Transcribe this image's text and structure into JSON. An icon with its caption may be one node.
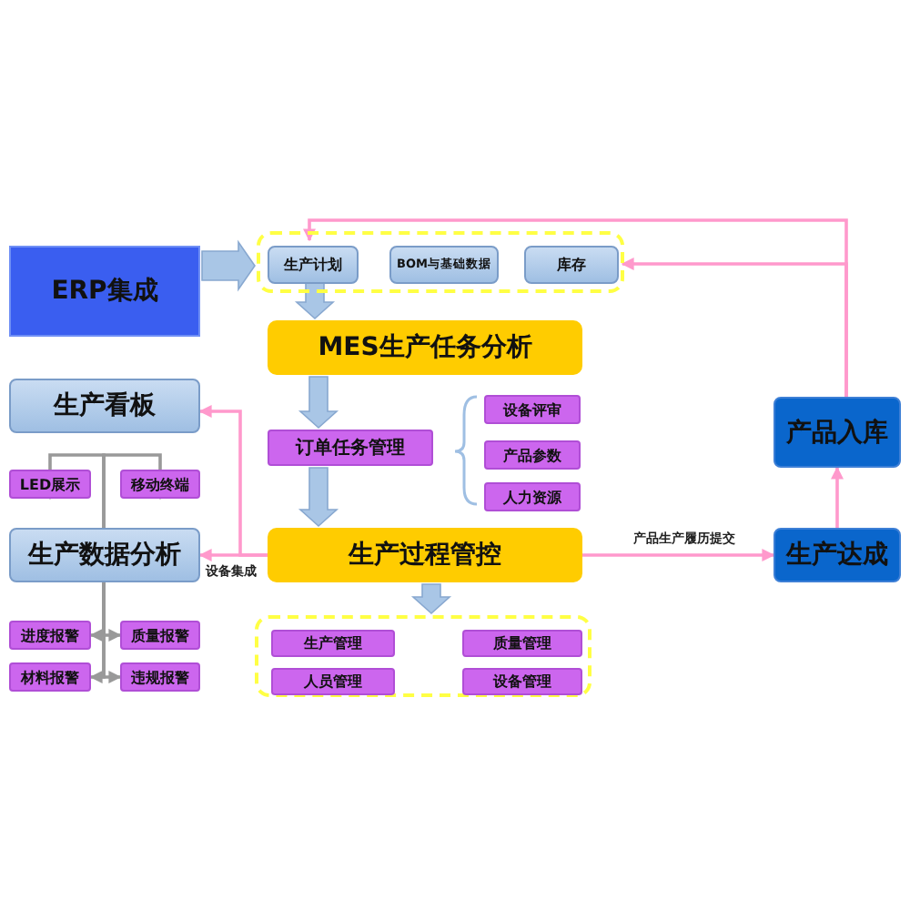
{
  "diagram": {
    "nodes": [
      {
        "text": [
          "ERP集成"
        ]
      },
      {
        "text": [],
        "shape": "box"
      },
      {
        "text": [
          "生产计划"
        ],
        "in": 1
      },
      {
        "text": [
          "BOM与基础数据"
        ],
        "in": 1
      },
      {
        "text": [
          "库存"
        ],
        "in": 1
      },
      {
        "text": [
          "MES生产任务分析"
        ]
      },
      {
        "text": [
          "生产看板"
        ]
      },
      {
        "text": [
          "订单任务管理"
        ]
      },
      {
        "text": [
          "设备评审"
        ]
      },
      {
        "text": [
          "产品参数"
        ]
      },
      {
        "text": [
          "人力资源"
        ]
      },
      {
        "text": [
          "产品入库"
        ]
      },
      {
        "text": [
          "LED展示"
        ]
      },
      {
        "text": [
          "移动终端"
        ]
      },
      {
        "text": [
          "生产数据分析"
        ]
      },
      {
        "text": [
          "生产过程管控"
        ]
      },
      {
        "text": [
          "生产达成"
        ]
      },
      {
        "text": [],
        "shape": "box"
      },
      {
        "text": [
          "生产管理"
        ],
        "in": 17
      },
      {
        "text": [
          "质量管理"
        ],
        "in": 17
      },
      {
        "text": [
          "人员管理"
        ],
        "in": 17
      },
      {
        "text": [
          "设备管理"
        ],
        "in": 17
      },
      {
        "text": [
          "进度报警"
        ]
      },
      {
        "text": [
          "质量报警"
        ]
      },
      {
        "text": [
          "材料报警"
        ]
      },
      {
        "text": [
          "违规报警"
        ]
      }
    ],
    "edges": [
      {
        "from": 0,
        "to": 1,
        "arrow": "to",
        "style": "thick",
        "color": "#a9c6e6"
      },
      {
        "from": 2,
        "to": 5,
        "arrow": "to",
        "style": "thick",
        "color": "#a9c6e6"
      },
      {
        "from": 5,
        "to": 7,
        "arrow": "to",
        "style": "thick",
        "color": "#a9c6e6"
      },
      {
        "from": 7,
        "to": 15,
        "arrow": "to",
        "style": "thick",
        "color": "#a9c6e6"
      },
      {
        "from": 15,
        "to": 17,
        "arrow": "to",
        "style": "thick",
        "color": "#a9c6e6"
      },
      {
        "from": 15,
        "to": 16,
        "arrow": "to",
        "label": "产品生产履历提交",
        "color": "#ff99cc"
      },
      {
        "from": 16,
        "to": 11,
        "arrow": "to",
        "color": "#ff99cc"
      },
      {
        "from": 11,
        "to": 2,
        "arrow": "to",
        "color": "#ff99cc"
      },
      {
        "from": 11,
        "to": 4,
        "arrow": "to",
        "color": "#ff99cc"
      },
      {
        "from": 15,
        "to": 14,
        "arrow": "to",
        "label": "设备集成",
        "color": "#ff99cc"
      },
      {
        "from": 15,
        "to": 6,
        "arrow": "to",
        "color": "#ff99cc"
      },
      {
        "from": 14,
        "to": 12,
        "arrow": "to",
        "color": "#999999"
      },
      {
        "from": 14,
        "to": 13,
        "arrow": "to",
        "color": "#999999"
      },
      {
        "from": 14,
        "to": 22,
        "arrow": "to",
        "color": "#999999"
      },
      {
        "from": 14,
        "to": 23,
        "arrow": "to",
        "color": "#999999"
      },
      {
        "from": 14,
        "to": 24,
        "arrow": "to",
        "color": "#999999"
      },
      {
        "from": 14,
        "to": 25,
        "arrow": "to",
        "color": "#999999"
      }
    ]
  }
}
